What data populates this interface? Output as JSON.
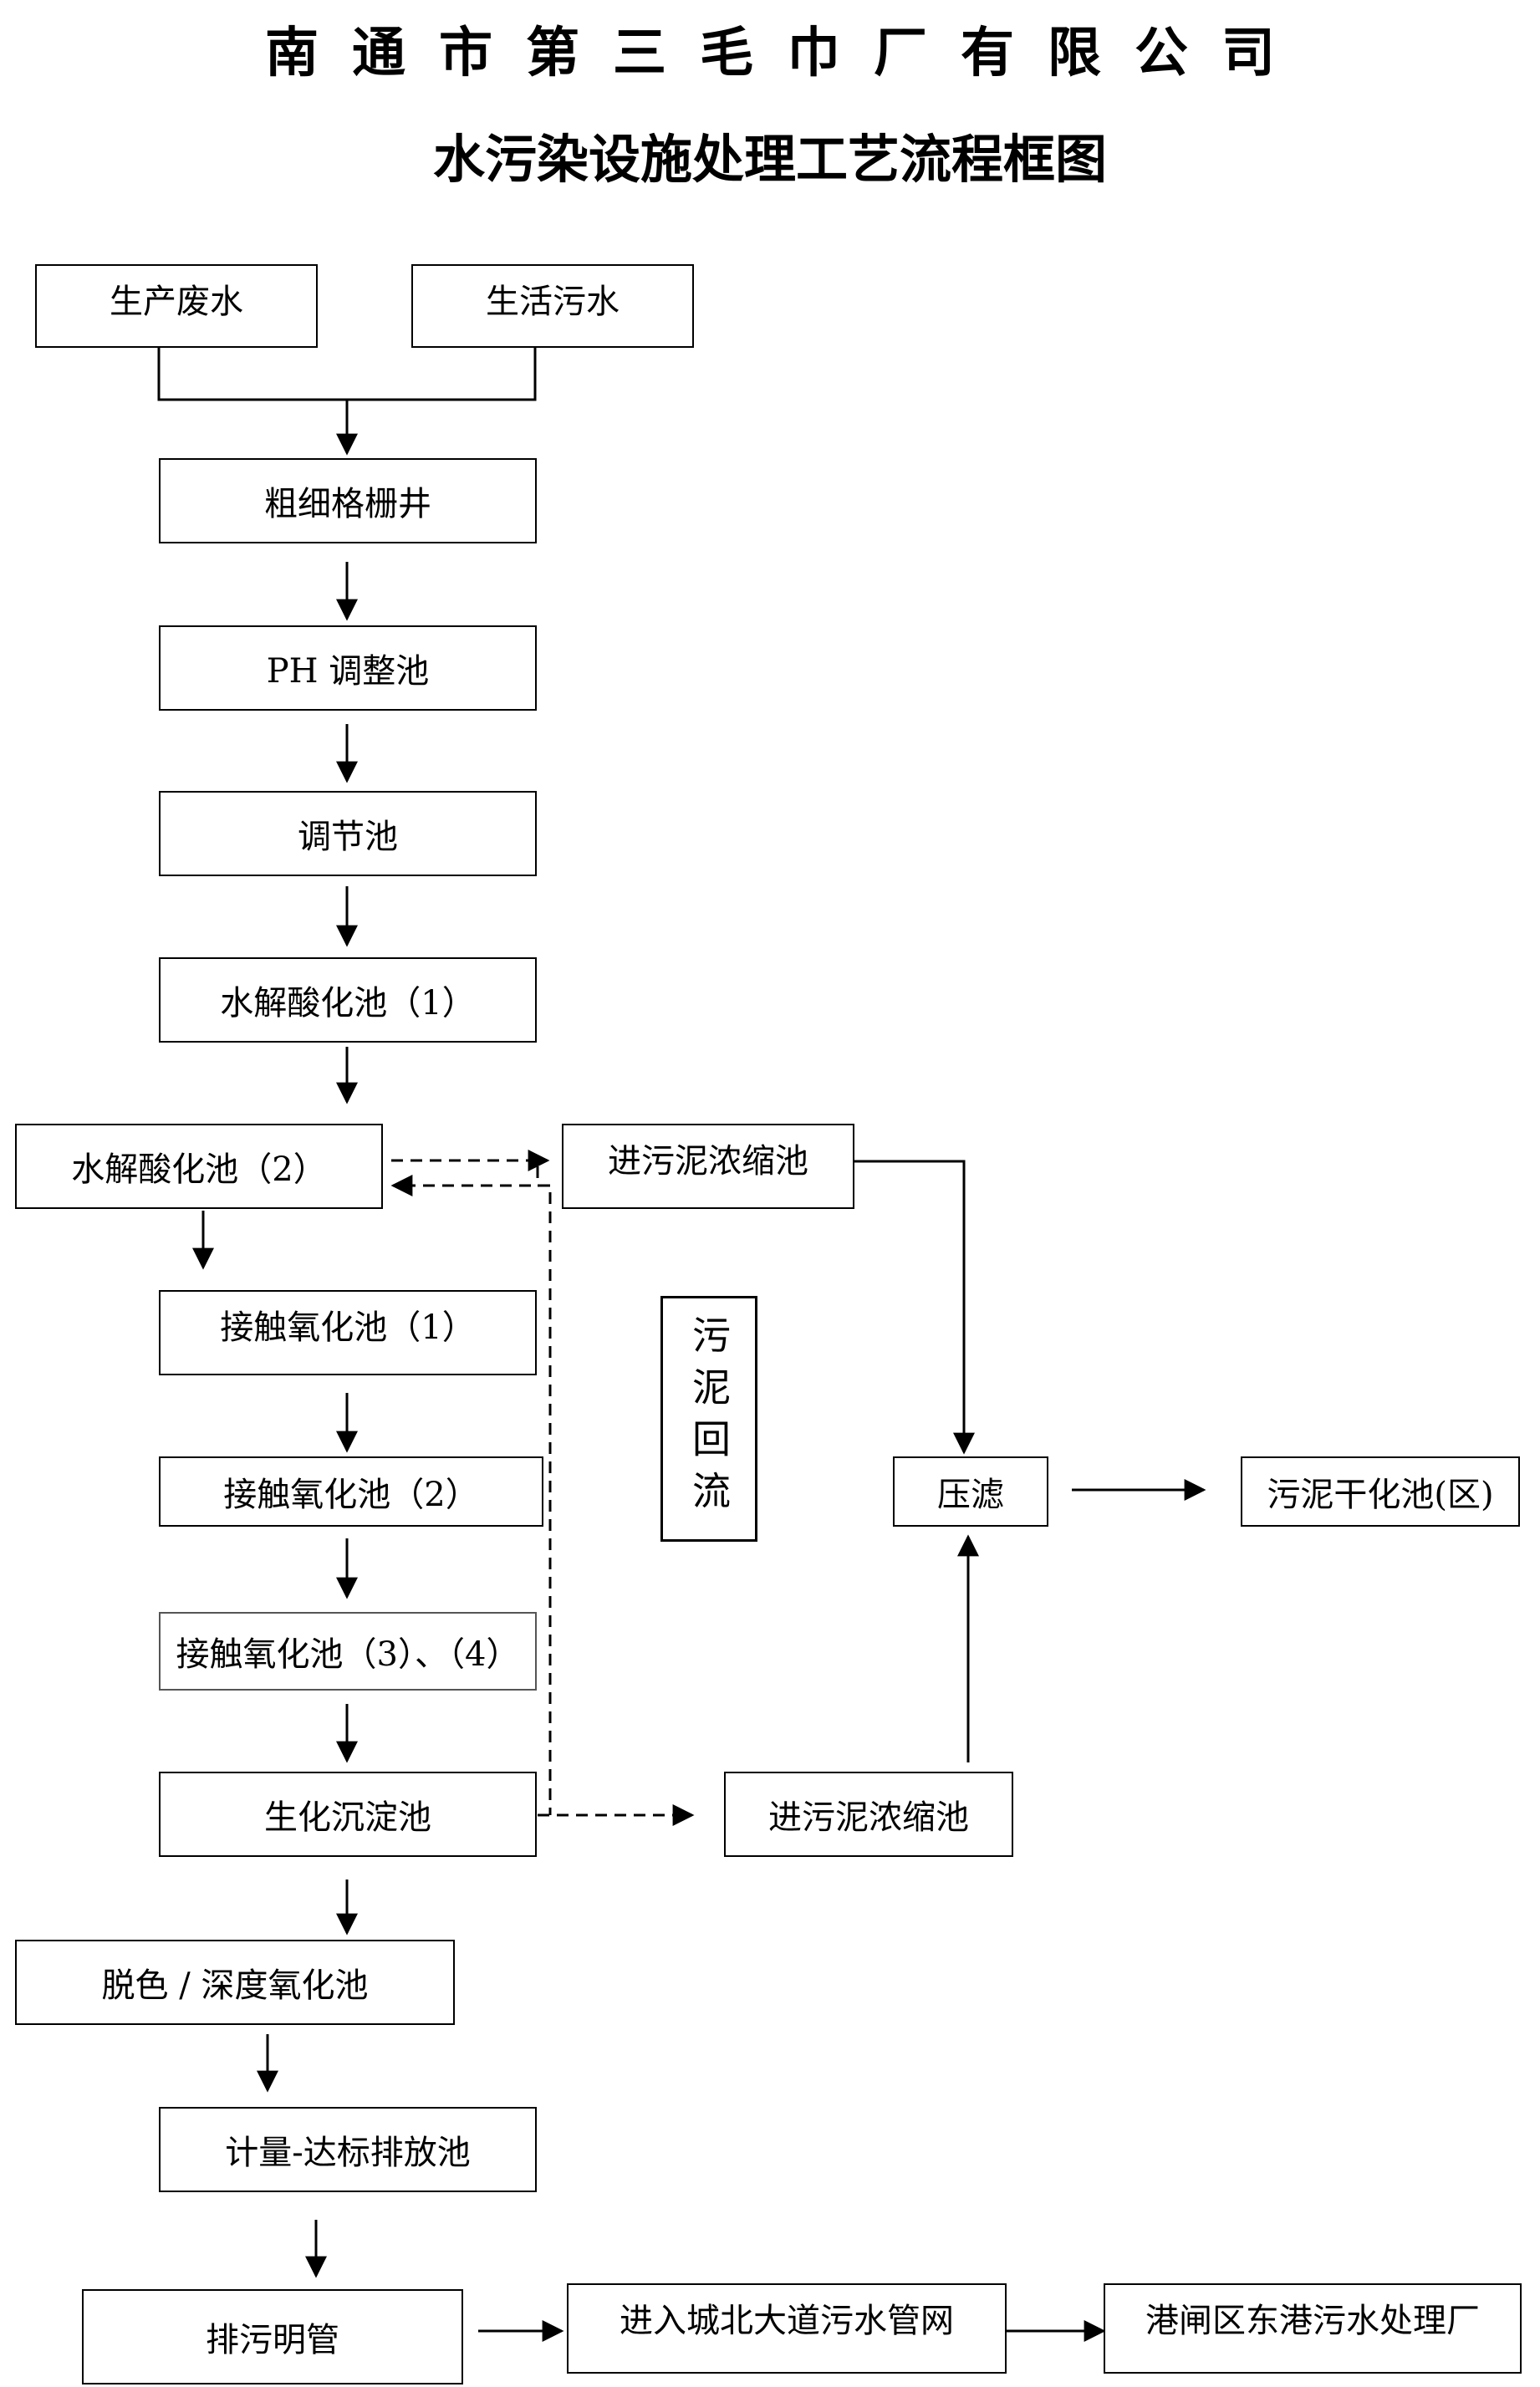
{
  "header": {
    "company": "南通市第三毛巾厂有限公司",
    "title": "水污染设施处理工艺流程框图"
  },
  "nodes": {
    "production_wastewater": "生产废水",
    "domestic_sewage": "生活污水",
    "coarse_fine_screen_well": "粗细格栅井",
    "ph_adjust_tank": "PH 调整池",
    "regulating_tank": "调节池",
    "hydrolysis_acidification_1": "水解酸化池（1）",
    "hydrolysis_acidification_2": "水解酸化池（2）",
    "sludge_thickener_1": "进污泥浓缩池",
    "contact_oxidation_1": "接触氧化池（1）",
    "contact_oxidation_2": "接触氧化池（2）",
    "contact_oxidation_3_4": "接触氧化池（3）、（4）",
    "biochemical_sedimentation": "生化沉淀池",
    "sludge_thickener_2": "进污泥浓缩池",
    "sludge_return": "污泥回流",
    "filter_press": "压滤",
    "sludge_drying": "污泥干化池(区)",
    "decolor_deep_oxidation": "脱色 / 深度氧化池",
    "metering_discharge_tank": "计量-达标排放池",
    "open_drain_pipe": "排污明管",
    "city_pipe_network": "进入城北大道污水管网",
    "treatment_plant": "港闸区东港污水处理厂"
  }
}
